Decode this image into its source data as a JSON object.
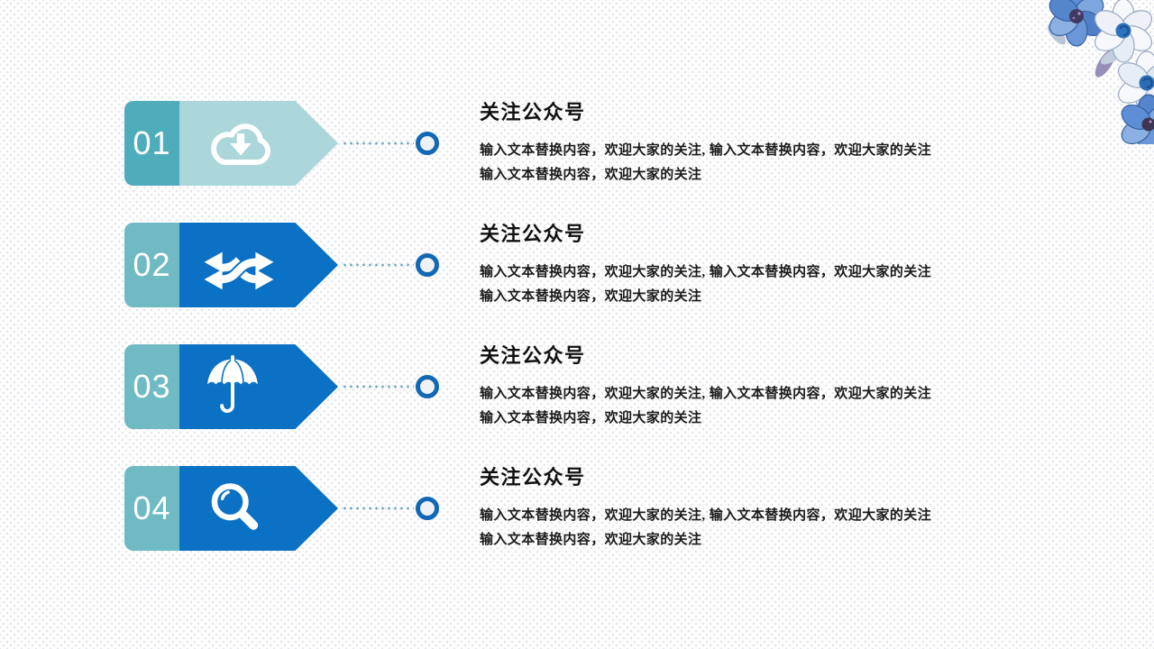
{
  "slide": {
    "type": "presentation-slide",
    "decoration": "blue-watercolor-flowers-top-right-corner"
  },
  "colors": {
    "dot_color": "#e2e5ea",
    "teal_dark": "#4fadbb",
    "teal_mid": "#6fbac3",
    "teal_light": "#abd6da",
    "blue": "#0b71c4",
    "ring_blue": "#1268b4",
    "ring_fill": "#eef2f5",
    "dot_line": "#74a8bf",
    "heading_text": "#111111",
    "body_text": "#1a1a1a",
    "number_text": "#ffffff"
  },
  "items": [
    {
      "number": "01",
      "icon": "cloud-download-icon",
      "heading": "关注公众号",
      "line1": "输入文本替换内容，欢迎大家的关注, 输入文本替换内容，欢迎大家的关注",
      "line2": "输入文本替换内容，欢迎大家的关注"
    },
    {
      "number": "02",
      "icon": "shuffle-arrows-icon",
      "heading": "关注公众号",
      "line1": "输入文本替换内容，欢迎大家的关注, 输入文本替换内容，欢迎大家的关注",
      "line2": "输入文本替换内容，欢迎大家的关注"
    },
    {
      "number": "03",
      "icon": "umbrella-icon",
      "heading": "关注公众号",
      "line1": "输入文本替换内容，欢迎大家的关注, 输入文本替换内容，欢迎大家的关注",
      "line2": "输入文本替换内容，欢迎大家的关注"
    },
    {
      "number": "04",
      "icon": "search-icon",
      "heading": "关注公众号",
      "line1": "输入文本替换内容，欢迎大家的关注, 输入文本替换内容，欢迎大家的关注",
      "line2": "输入文本替换内容，欢迎大家的关注"
    }
  ]
}
